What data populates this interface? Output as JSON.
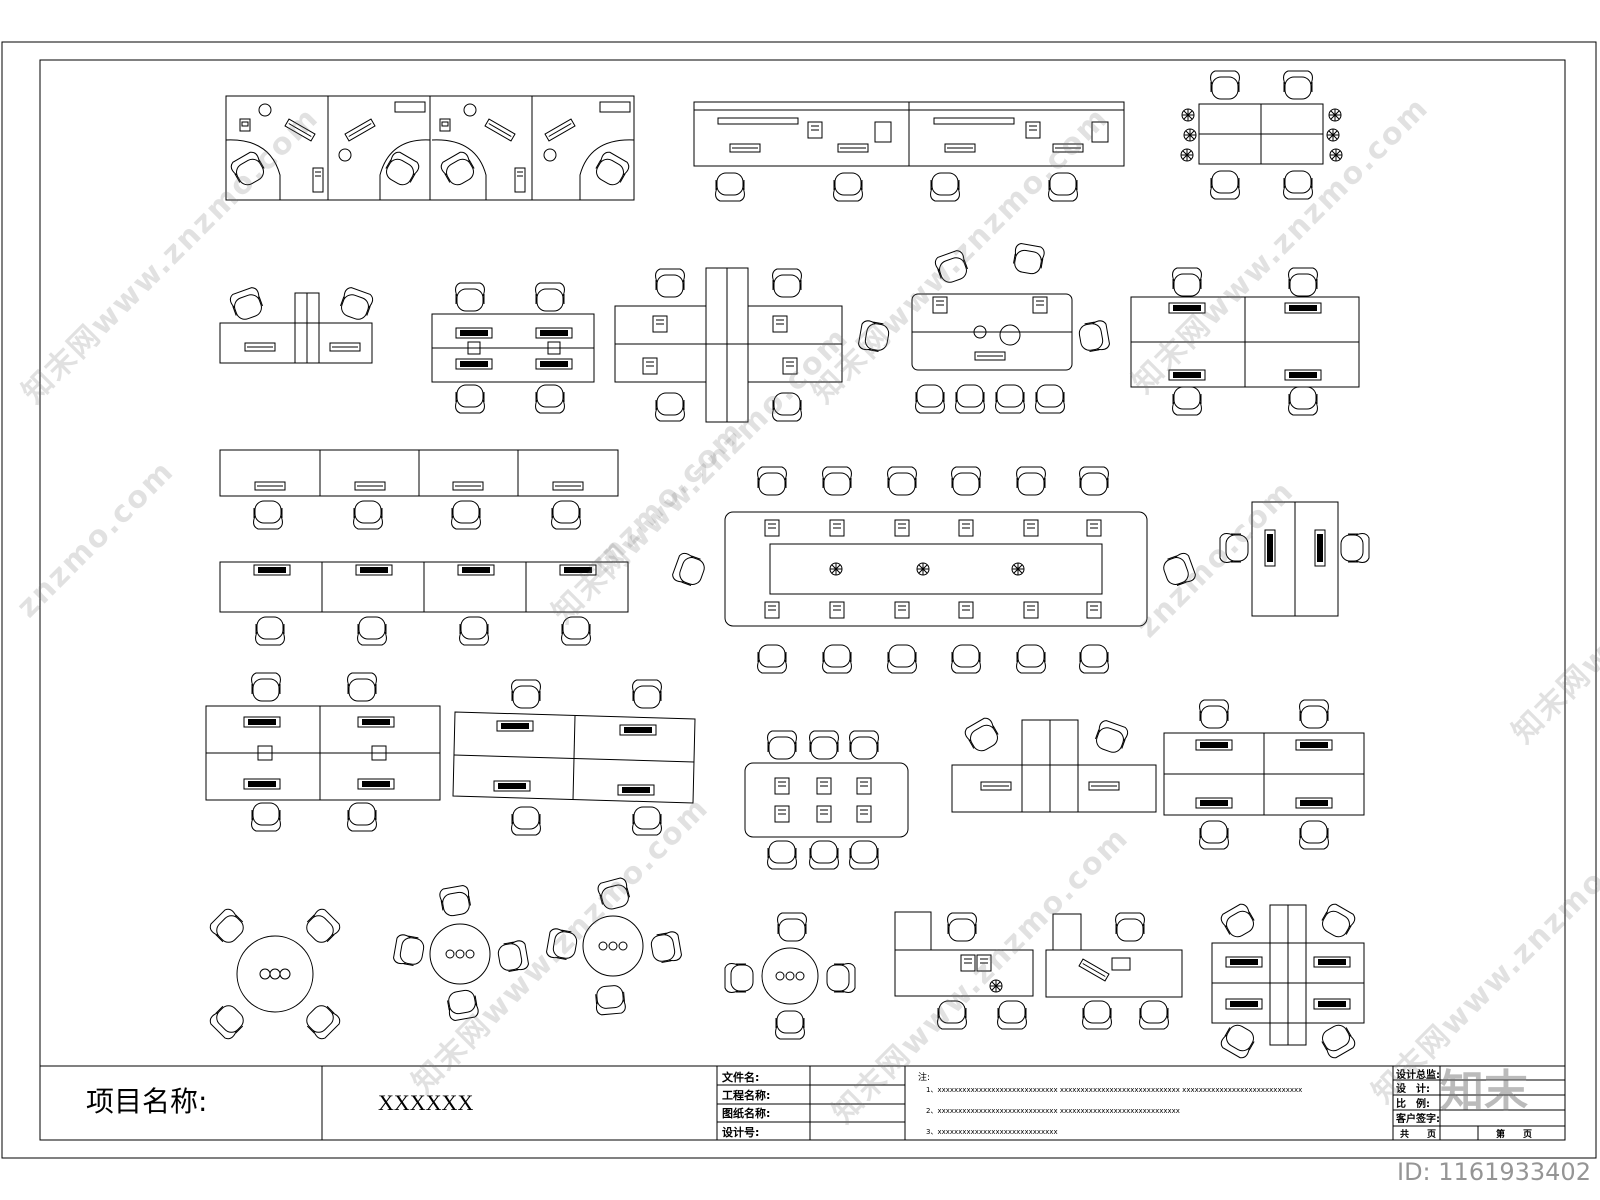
{
  "title_block": {
    "project_label": "项目名称:",
    "project_value": "XXXXXX",
    "file_name_label": "文件名:",
    "engineering_name_label": "工程名称:",
    "drawing_name_label": "图纸名称:",
    "design_no_label": "设计号:",
    "notes_label": "注:",
    "notes": [
      "1、xxxxxxxxxxxxxxxxxxxxxxxxxxxxx    xxxxxxxxxxxxxxxxxxxxxxxxxxxxx    xxxxxxxxxxxxxxxxxxxxxxxxxxxxx",
      "2、xxxxxxxxxxxxxxxxxxxxxxxxxxxxx    xxxxxxxxxxxxxxxxxxxxxxxxxxxxx",
      "3、xxxxxxxxxxxxxxxxxxxxxxxxxxxxx"
    ],
    "design_director_label": "设计总监:",
    "design_label": "设　计:",
    "scale_label": "比　例:",
    "client_sign_label": "客户签字:",
    "total_pages_label": "共　　页",
    "page_no_label": "第　　页"
  },
  "watermark": {
    "site_text": "知末网www.znzmo.com",
    "short_text": "znzmo.com",
    "logo_text": "知末",
    "image_id": "ID: 1161933402"
  },
  "colors": {
    "line": "#000000",
    "background": "#ffffff",
    "watermark": "#8a8a8a"
  }
}
